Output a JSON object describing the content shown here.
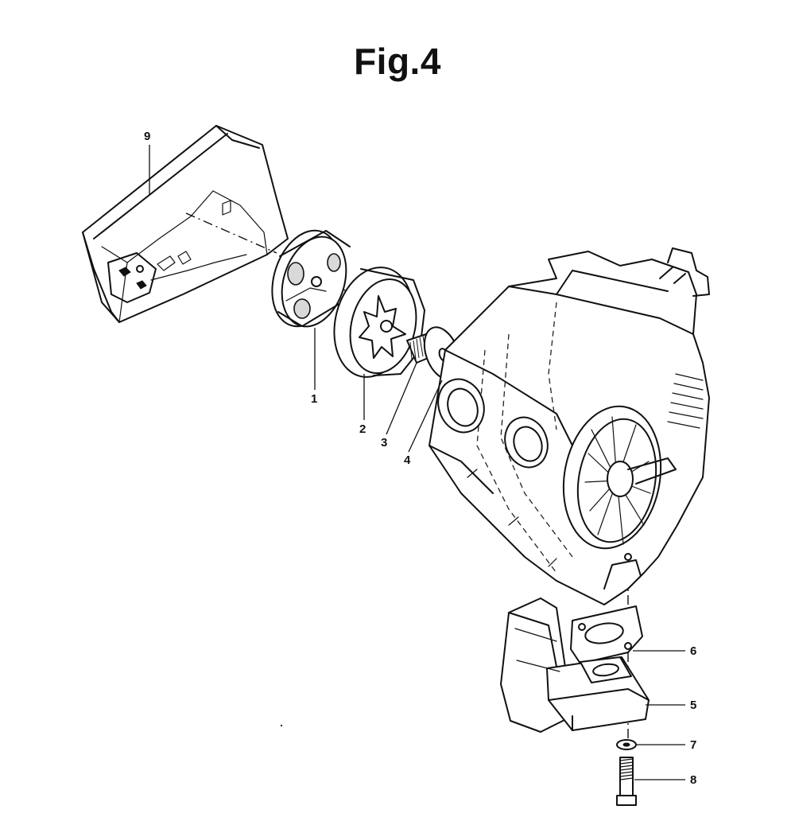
{
  "figure": {
    "title": "Fig.4"
  },
  "callouts": [
    {
      "id": "1",
      "label": "1"
    },
    {
      "id": "2",
      "label": "2"
    },
    {
      "id": "3",
      "label": "3"
    },
    {
      "id": "4",
      "label": "4"
    },
    {
      "id": "5",
      "label": "5"
    },
    {
      "id": "6",
      "label": "6"
    },
    {
      "id": "7",
      "label": "7"
    },
    {
      "id": "8",
      "label": "8"
    },
    {
      "id": "9",
      "label": "9"
    }
  ]
}
